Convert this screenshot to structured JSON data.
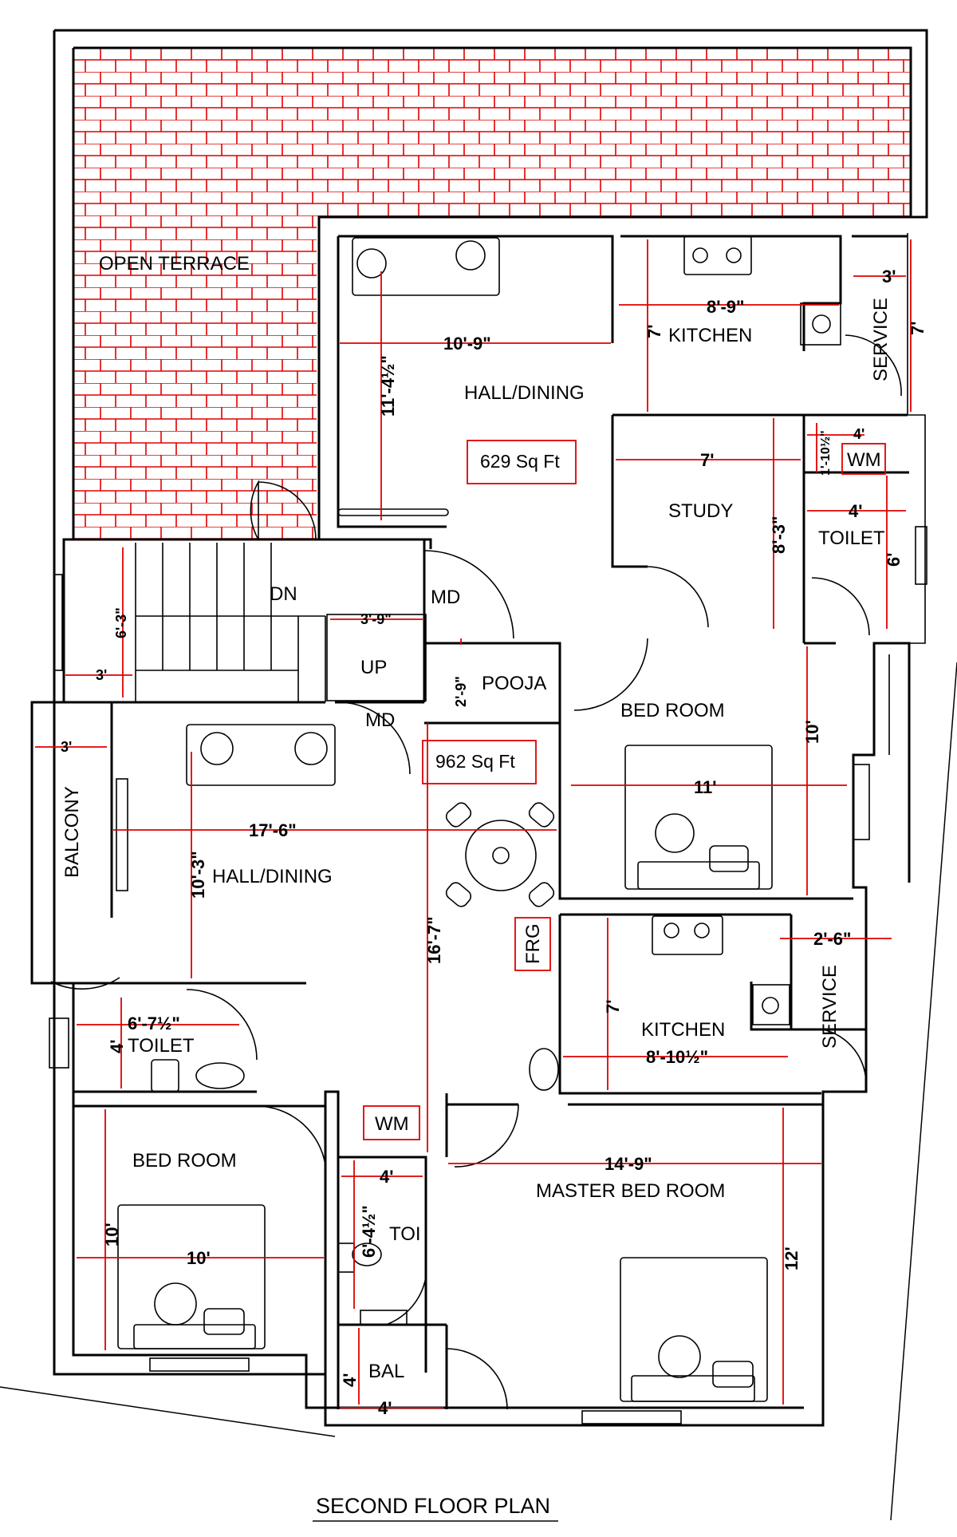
{
  "title": "SECOND FLOOR PLAN",
  "colors": {
    "dimension": "#e00000",
    "wall": "#000000",
    "background": "#ffffff"
  },
  "rooms": {
    "open_terrace": "OPEN TERRACE",
    "hall_top": "HALL/DINING",
    "kitchen_top": "KITCHEN",
    "service_top": "SERVICE",
    "wm_top": "WM",
    "study": "STUDY",
    "toilet_right": "TOILET",
    "bedroom_right": "BED ROOM",
    "pooja": "POOJA",
    "md_upper": "MD",
    "md_lower": "MD",
    "dn": "DN",
    "up": "UP",
    "balcony": "BALCONY",
    "hall_main": "HALL/DINING",
    "frg": "FRG",
    "kitchen_lower": "KITCHEN",
    "service_lower": "SERVICE",
    "toilet_left": "TOILET",
    "bedroom_left": "BED ROOM",
    "wm_lower": "WM",
    "toi": "TOI",
    "master_bedroom": "MASTER BED ROOM",
    "bal": "BAL"
  },
  "areas": {
    "upper": "629 Sq Ft",
    "lower": "962 Sq Ft"
  },
  "dimensions": {
    "hall_top_width": "10'-9\"",
    "hall_top_depth": "11'-4½\"",
    "kitchen_top_width": "8'-9\"",
    "kitchen_top_depth": "7'",
    "service_top_width": "3'",
    "service_top_depth": "7'",
    "wm_top_width": "4'",
    "wm_top_depth": "1'-10½\"",
    "study_width": "7'",
    "study_depth": "8'-3\"",
    "toilet_right_width": "4'",
    "toilet_right_depth": "6'",
    "stair_depth": "6'-3\"",
    "stair_landing": "3'",
    "md_gap": "3'-9\"",
    "pooja_depth": "2'-9\"",
    "balcony_width": "3'",
    "hall_main_width": "17'-6\"",
    "hall_main_depth": "10'-3\"",
    "bedroom_right_width": "11'",
    "bedroom_right_depth": "10'",
    "passage_depth": "16'-7\"",
    "service_lower_width": "2'-6\"",
    "kitchen_lower_width": "8'-10½\"",
    "kitchen_lower_depth": "7'",
    "toilet_left_width": "6'-7½\"",
    "toilet_left_depth": "4'",
    "bedroom_left_width": "10'",
    "bedroom_left_depth": "10'",
    "toi_width": "4'",
    "toi_depth": "6'-4½\"",
    "master_width": "14'-9\"",
    "master_depth": "12'",
    "bal_width": "4'",
    "bal_depth": "4'"
  }
}
